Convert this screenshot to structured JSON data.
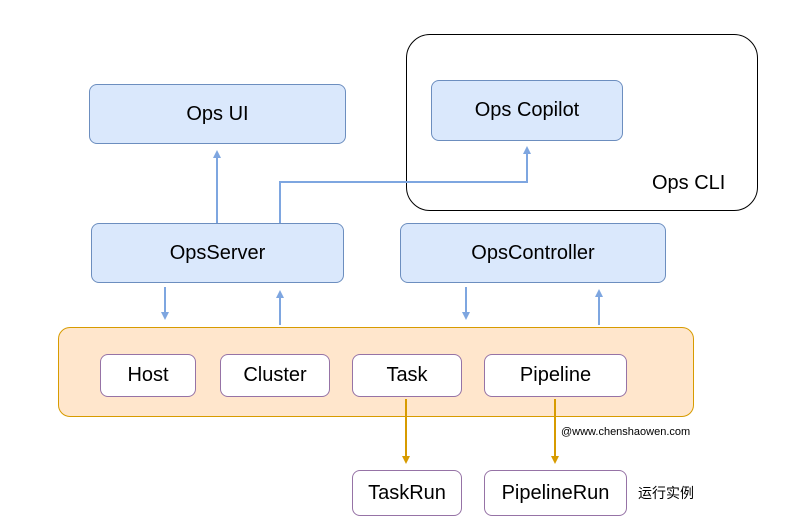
{
  "nodes": {
    "ops_ui": "Ops UI",
    "ops_copilot": "Ops Copilot",
    "ops_cli": "Ops CLI",
    "ops_server": "OpsServer",
    "ops_controller": "OpsController",
    "host": "Host",
    "cluster": "Cluster",
    "task": "Task",
    "pipeline": "Pipeline",
    "task_run": "TaskRun",
    "pipeline_run": "PipelineRun"
  },
  "annotations": {
    "watermark": "@www.chenshaowen.com",
    "runtime_instance": "运行实例"
  },
  "colors": {
    "blue_fill": "#dae8fc",
    "blue_stroke": "#6c8ebf",
    "orange_fill": "#ffe6cc",
    "orange_stroke": "#d79b00",
    "purple_stroke": "#9673a6",
    "blue_arrow": "#7ea6e0",
    "orange_arrow": "#d79b00"
  }
}
